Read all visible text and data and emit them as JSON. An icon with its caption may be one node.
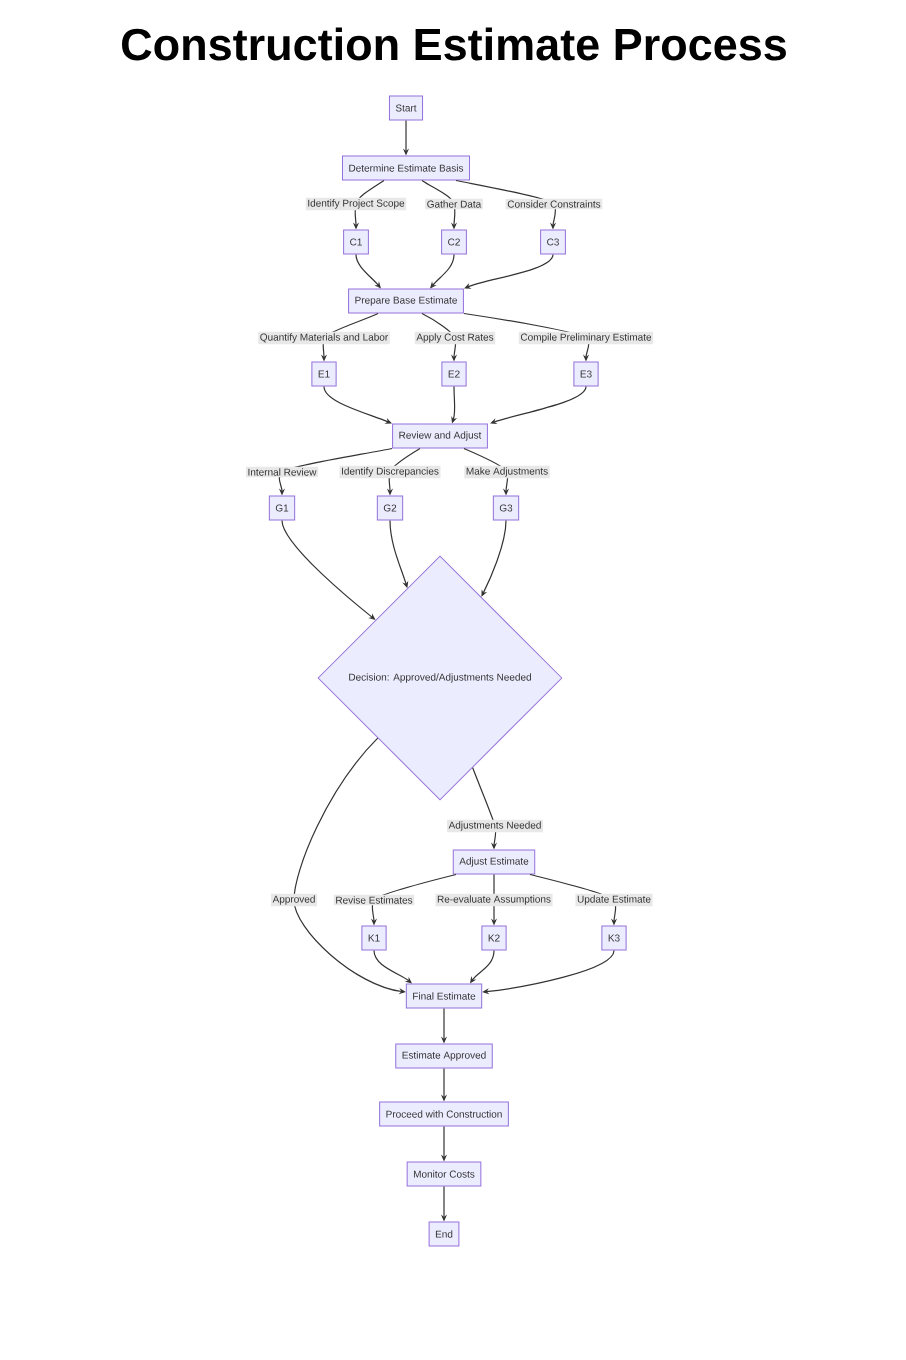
{
  "diagram": {
    "title": "Construction Estimate Process",
    "nodes": [
      {
        "text": [
          "Start"
        ]
      },
      {
        "text": [
          "Determine Estimate Basis"
        ]
      },
      {
        "text": [
          "C1"
        ]
      },
      {
        "text": [
          "C2"
        ]
      },
      {
        "text": [
          "C3"
        ]
      },
      {
        "text": [
          "Prepare Base Estimate"
        ]
      },
      {
        "text": [
          "E1"
        ]
      },
      {
        "text": [
          "E2"
        ]
      },
      {
        "text": [
          "E3"
        ]
      },
      {
        "text": [
          "Review and Adjust"
        ]
      },
      {
        "text": [
          "G1"
        ]
      },
      {
        "text": [
          "G2"
        ]
      },
      {
        "text": [
          "G3"
        ]
      },
      {
        "text": [
          "Decision: Approved/Adjustments Needed"
        ]
      },
      {
        "text": [
          "Adjust Estimate"
        ]
      },
      {
        "text": [
          "K1"
        ]
      },
      {
        "text": [
          "K2"
        ]
      },
      {
        "text": [
          "K3"
        ]
      },
      {
        "text": [
          "Final Estimate"
        ]
      },
      {
        "text": [
          "Estimate Approved"
        ]
      },
      {
        "text": [
          "Proceed with Construction"
        ]
      },
      {
        "text": [
          "Monitor Costs"
        ]
      },
      {
        "text": [
          "End"
        ]
      }
    ],
    "edges": [
      {
        "from": 0,
        "to": 1,
        "arrow": "to"
      },
      {
        "from": 1,
        "to": 2,
        "arrow": "to",
        "label": "Identify Project Scope"
      },
      {
        "from": 1,
        "to": 3,
        "arrow": "to",
        "label": "Gather Data"
      },
      {
        "from": 1,
        "to": 4,
        "arrow": "to",
        "label": "Consider Constraints"
      },
      {
        "from": 2,
        "to": 5,
        "arrow": "to"
      },
      {
        "from": 3,
        "to": 5,
        "arrow": "to"
      },
      {
        "from": 4,
        "to": 5,
        "arrow": "to"
      },
      {
        "from": 5,
        "to": 6,
        "arrow": "to",
        "label": "Quantify Materials and Labor"
      },
      {
        "from": 5,
        "to": 7,
        "arrow": "to",
        "label": "Apply Cost Rates"
      },
      {
        "from": 5,
        "to": 8,
        "arrow": "to",
        "label": "Compile Preliminary Estimate"
      },
      {
        "from": 6,
        "to": 9,
        "arrow": "to"
      },
      {
        "from": 7,
        "to": 9,
        "arrow": "to"
      },
      {
        "from": 8,
        "to": 9,
        "arrow": "to"
      },
      {
        "from": 9,
        "to": 10,
        "arrow": "to",
        "label": "Internal Review"
      },
      {
        "from": 9,
        "to": 11,
        "arrow": "to",
        "label": "Identify Discrepancies"
      },
      {
        "from": 9,
        "to": 12,
        "arrow": "to",
        "label": "Make Adjustments"
      },
      {
        "from": 10,
        "to": 13,
        "arrow": "to"
      },
      {
        "from": 11,
        "to": 13,
        "arrow": "to"
      },
      {
        "from": 12,
        "to": 13,
        "arrow": "to"
      },
      {
        "from": 13,
        "to": 18,
        "arrow": "to",
        "label": "Approved"
      },
      {
        "from": 13,
        "to": 14,
        "arrow": "to",
        "label": "Adjustments Needed"
      },
      {
        "from": 14,
        "to": 15,
        "arrow": "to",
        "label": "Revise Estimates"
      },
      {
        "from": 14,
        "to": 16,
        "arrow": "to",
        "label": "Re-evaluate Assumptions"
      },
      {
        "from": 14,
        "to": 17,
        "arrow": "to",
        "label": "Update Estimate"
      },
      {
        "from": 15,
        "to": 18,
        "arrow": "to"
      },
      {
        "from": 16,
        "to": 18,
        "arrow": "to"
      },
      {
        "from": 17,
        "to": 18,
        "arrow": "to"
      },
      {
        "from": 18,
        "to": 19,
        "arrow": "to"
      },
      {
        "from": 19,
        "to": 20,
        "arrow": "to"
      },
      {
        "from": 20,
        "to": 21,
        "arrow": "to"
      },
      {
        "from": 21,
        "to": 22,
        "arrow": "to"
      }
    ]
  }
}
